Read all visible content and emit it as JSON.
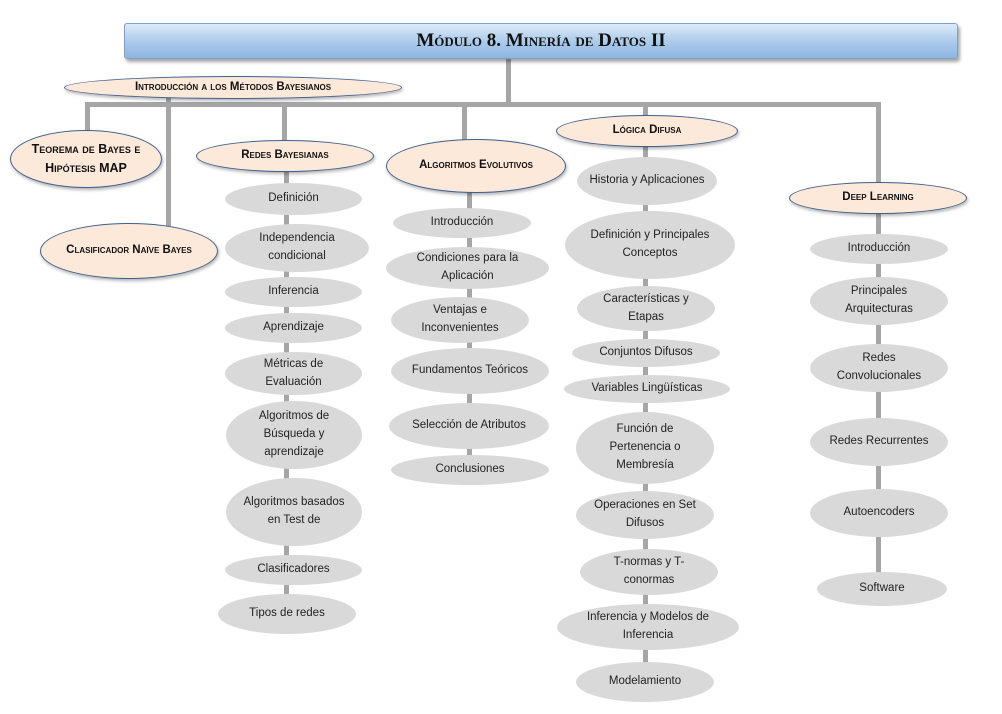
{
  "title": "Módulo 8. Minería de Datos II",
  "colors": {
    "line": "#a6a6a6",
    "header_fill": "#fde9d9",
    "header_border": "#3f5f8f",
    "node_fill": "#d9d9d9",
    "title_fill": "#a9c9ea"
  },
  "sections": {
    "intro": {
      "label": "Introducción a los Métodos Bayesianos"
    },
    "bayes": {
      "label": "Teorema de Bayes e Hipótesis MAP"
    },
    "naive": {
      "label": "Clasificador Naïve Bayes"
    },
    "redes": {
      "label": "Redes Bayesianas",
      "items": [
        "Definición",
        "Independencia condicional",
        "Inferencia",
        "Aprendizaje",
        "Métricas de Evaluación",
        "Algoritmos de Búsqueda y aprendizaje",
        "Algoritmos basados en Test de",
        "Clasificadores",
        "Tipos de redes"
      ]
    },
    "algoritmos": {
      "label": "Algoritmos Evolutivos",
      "items": [
        "Introducción",
        "Condiciones para la Aplicación",
        "Ventajas e Inconvenientes",
        "Fundamentos Teóricos",
        "Selección de Atributos",
        "Conclusiones"
      ]
    },
    "logica": {
      "label": "Lógica Difusa",
      "items": [
        "Historia y Aplicaciones",
        "Definición y Principales Conceptos",
        "Características y Etapas",
        "Conjuntos Difusos",
        "Variables Lingüísticas",
        "Función de Pertenencia o Membresía",
        "Operaciones en Set Difusos",
        "T-normas y T-conormas",
        "Inferencia y Modelos de Inferencia",
        "Modelamiento"
      ]
    },
    "deep": {
      "label": "Deep Learning",
      "items": [
        "Introducción",
        "Principales Arquitecturas",
        "Redes Convolucionales",
        "Redes Recurrentes",
        "Autoencoders",
        "Software"
      ]
    }
  }
}
